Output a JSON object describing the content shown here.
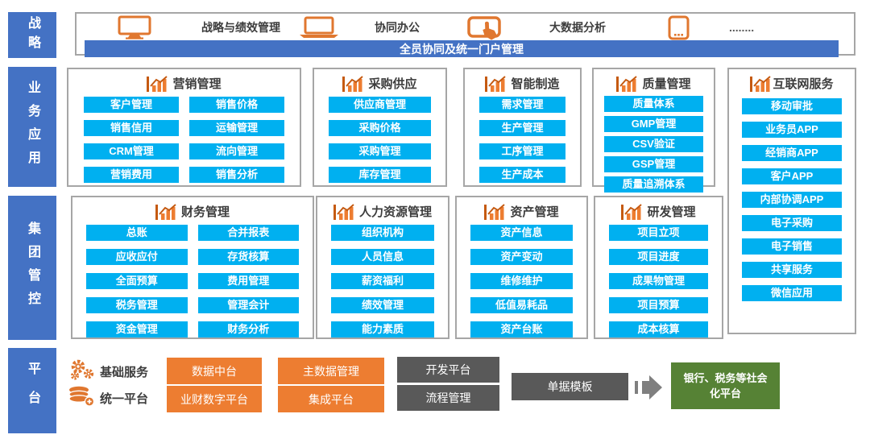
{
  "colors": {
    "accent_blue": "#4472C4",
    "module_cyan": "#00B0F0",
    "platform_orange": "#ED7D31",
    "platform_gray": "#595959",
    "platform_green": "#568235",
    "icon_orange": "#E0772F"
  },
  "rail": [
    "战略",
    "业务应用",
    "集团管控",
    "平台"
  ],
  "strategy": {
    "banner": "全员协同及统一门户管理",
    "items": [
      {
        "icon": "monitor-icon",
        "label": "战略与绩效管理"
      },
      {
        "icon": "laptop-icon",
        "label": "协同办公"
      },
      {
        "icon": "touch-screen-icon",
        "label": "大数据分析"
      },
      {
        "icon": "tablet-icon",
        "label": "........"
      }
    ]
  },
  "business_panels": [
    {
      "title": "营销管理",
      "items": [
        "客户管理",
        "销售价格",
        "销售信用",
        "运输管理",
        "CRM管理",
        "流向管理",
        "营销费用",
        "销售分析"
      ]
    },
    {
      "title": "采购供应",
      "items": [
        "供应商管理",
        "采购价格",
        "采购管理",
        "库存管理"
      ]
    },
    {
      "title": "智能制造",
      "items": [
        "需求管理",
        "生产管理",
        "工序管理",
        "生产成本"
      ]
    },
    {
      "title": "质量管理",
      "items": [
        "质量体系",
        "GMP管理",
        "CSV验证",
        "GSP管理",
        "质量追溯体系"
      ]
    },
    {
      "title": "互联网服务",
      "items": [
        "移动审批",
        "业务员APP",
        "经销商APP",
        "客户APP",
        "内部协调APP",
        "电子采购",
        "电子销售",
        "共享服务",
        "微信应用"
      ]
    }
  ],
  "group_panels": [
    {
      "title": "财务管理",
      "items": [
        "总账",
        "合并报表",
        "应收应付",
        "存货核算",
        "全面预算",
        "费用管理",
        "税务管理",
        "管理会计",
        "资金管理",
        "财务分析"
      ]
    },
    {
      "title": "人力资源管理",
      "items": [
        "组织机构",
        "人员信息",
        "薪资福利",
        "绩效管理",
        "能力素质"
      ]
    },
    {
      "title": "资产管理",
      "items": [
        "资产信息",
        "资产变动",
        "维修维护",
        "低值易耗品",
        "资产台账"
      ]
    },
    {
      "title": "研发管理",
      "items": [
        "项目立项",
        "项目进度",
        "成果物管理",
        "项目预算",
        "成本核算"
      ]
    }
  ],
  "platform": {
    "legend": [
      {
        "icon": "gears-icon",
        "label": "基础服务"
      },
      {
        "icon": "database-icon",
        "label": "统一平台"
      }
    ],
    "orange_stacks": [
      [
        "数据中台",
        "业财数字平台"
      ],
      [
        "主数据管理",
        "集成平台"
      ]
    ],
    "gray_stack": [
      "开发平台",
      "流程管理"
    ],
    "template_box": "单据模板",
    "green_box": "银行、税务等社会化平台"
  }
}
